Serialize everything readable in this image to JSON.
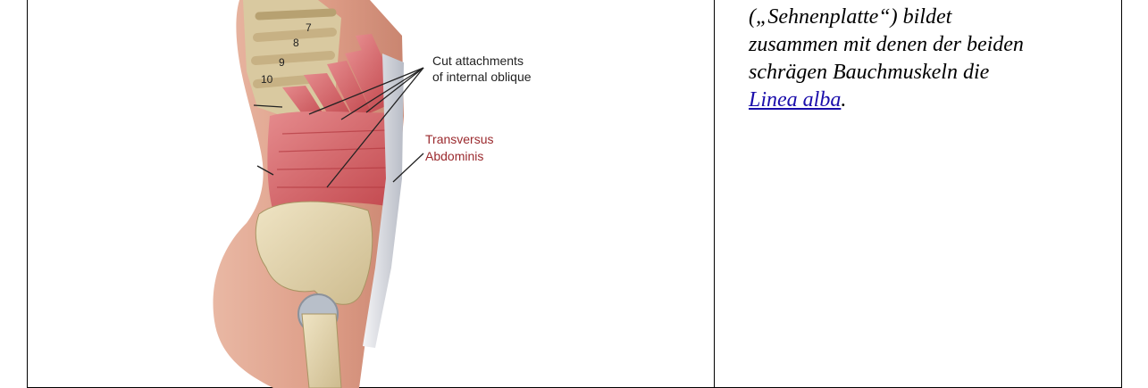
{
  "figure": {
    "rib_numbers": [
      "7",
      "8",
      "9",
      "10"
    ],
    "label_cut_attachments_line1": "Cut attachments",
    "label_cut_attachments_line2": "of internal oblique",
    "label_muscle_line1": "Transversus",
    "label_muscle_line2": "Abdominis",
    "muscle_label_color": "#9b2a2e",
    "annotation_color": "#222222"
  },
  "text": {
    "line1": "(„Sehnenplatte“) bildet",
    "line2": "zusammen mit denen der beiden",
    "line3": "schrägen Bauchmuskeln die",
    "link": "Linea alba",
    "after_link": "."
  }
}
